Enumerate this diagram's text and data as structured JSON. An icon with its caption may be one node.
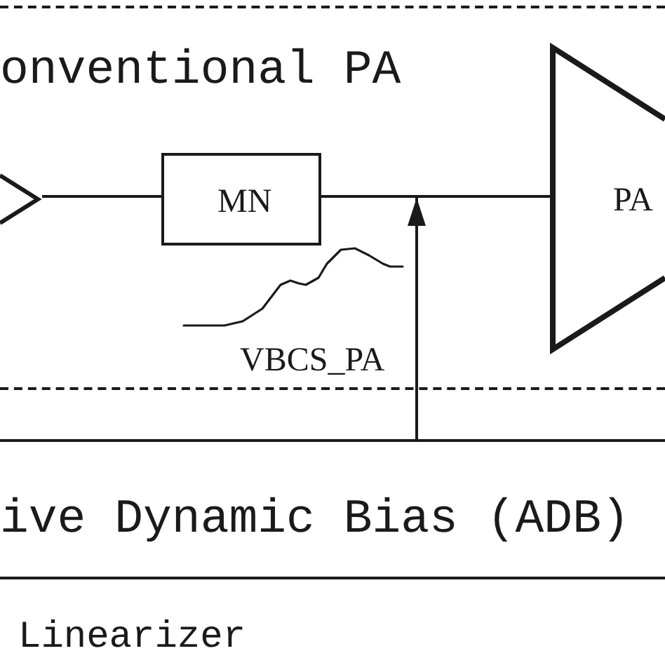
{
  "diagram": {
    "nodes": [
      {
        "text": [
          "onventional PA"
        ]
      },
      {
        "text": [],
        "shape": "triangle",
        "in": 0
      },
      {
        "text": [
          "MN"
        ],
        "in": 0
      },
      {
        "text": [
          "PA"
        ],
        "in": 0
      },
      {
        "text": [
          "ive Dynamic Bias (ADB)"
        ]
      }
    ],
    "edges": [
      {
        "from": 1,
        "to": 2,
        "arrow": "none"
      },
      {
        "from": 2,
        "to": 3,
        "arrow": "none"
      },
      {
        "from": 4,
        "to": null,
        "arrow": "to",
        "label": "VBCS_PA"
      }
    ],
    "labels": [
      "Linearizer"
    ]
  }
}
